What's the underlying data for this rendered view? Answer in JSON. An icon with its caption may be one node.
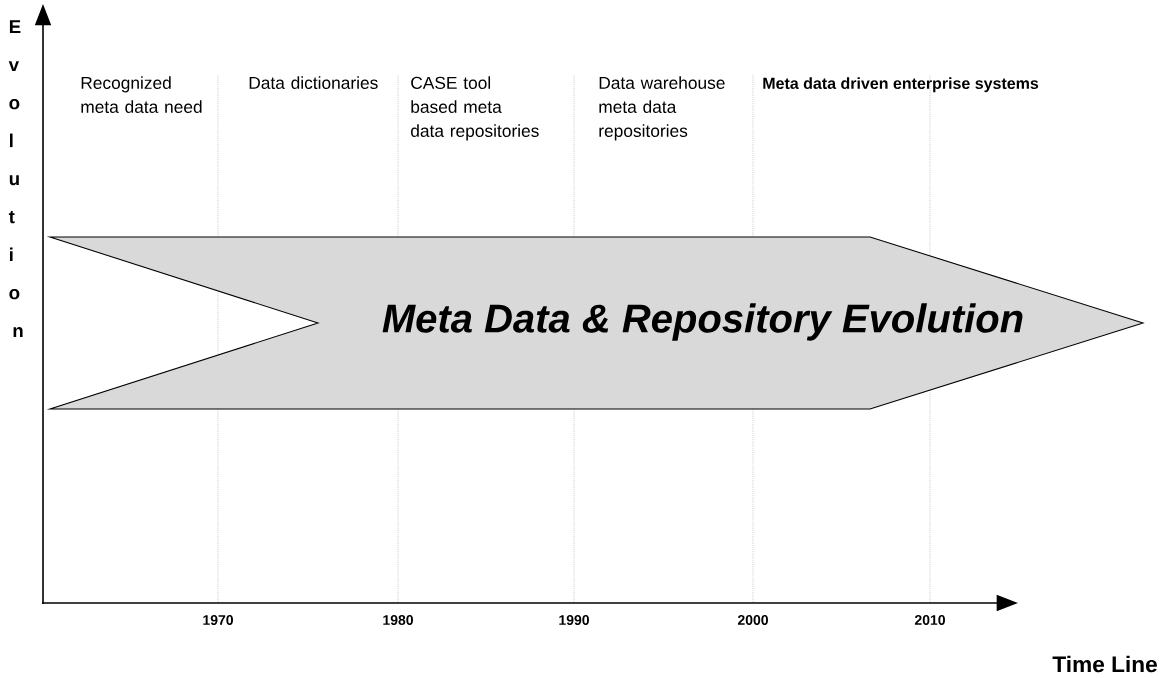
{
  "diagram": {
    "nodes": [
      {
        "text": [
          "Meta Data & Repository Evolution"
        ]
      }
    ],
    "labels": [
      "Evolution",
      "Recognized meta data need",
      "Data dictionaries",
      "CASE tool based meta data repositories",
      "Data warehouse meta data repositories",
      "Meta data driven enterprise systems",
      "1970",
      "1980",
      "1990",
      "2000",
      "2010",
      "Time Line"
    ]
  }
}
